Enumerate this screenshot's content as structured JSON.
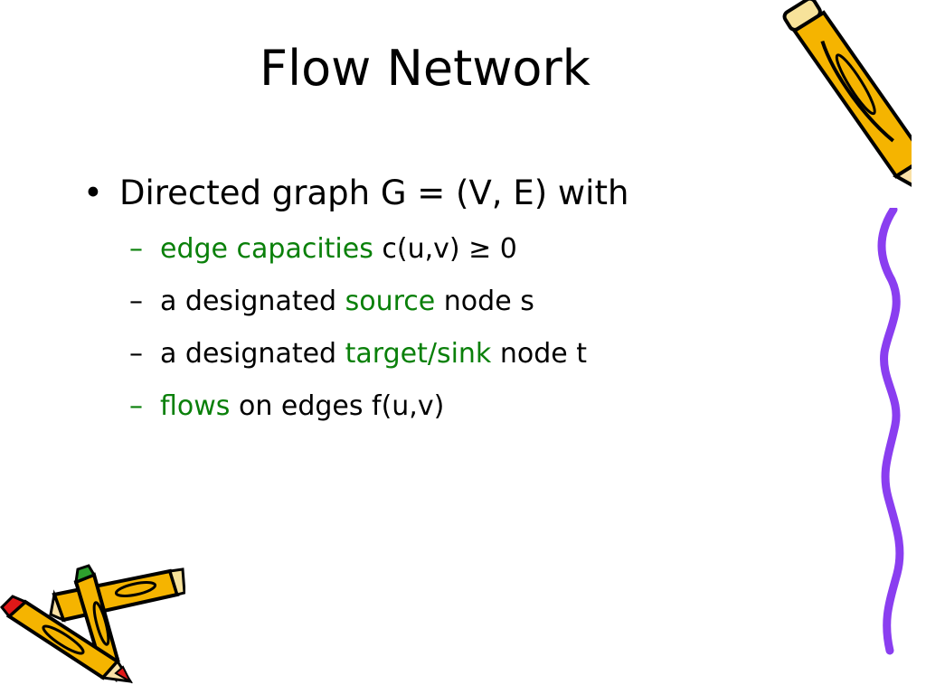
{
  "slide": {
    "title": "Flow Network",
    "bullet": {
      "marker": "•",
      "text": "Directed graph G = (V, E) with"
    },
    "subitems": [
      {
        "dash": "–",
        "dash_green": true,
        "em": "edge capacities",
        "rest": " c(u,v) ≥ 0",
        "pre": ""
      },
      {
        "dash": "–",
        "dash_green": false,
        "pre": "a designated ",
        "em": "source",
        "rest": " node s"
      },
      {
        "dash": "–",
        "dash_green": false,
        "pre": "a designated ",
        "em": "target/sink",
        "rest": " node t"
      },
      {
        "dash": "–",
        "dash_green": true,
        "pre": "",
        "em": "flows",
        "rest": " on edges f(u,v)"
      }
    ]
  },
  "colors": {
    "background": "#ffffff",
    "text": "#000000",
    "highlight": "#0a800a",
    "pencil_body": "#f5b400",
    "pencil_outline": "#000000",
    "purple_line": "#8a3ef0",
    "eraser_red": "#e01818",
    "eraser_green": "#2ea02e",
    "pencil_tip_purple": "#7b3ff2"
  },
  "icons": {
    "large_pencil": "pencil-icon",
    "small_pencils": "pencil-pair-icon",
    "scribble": "squiggle-line"
  }
}
